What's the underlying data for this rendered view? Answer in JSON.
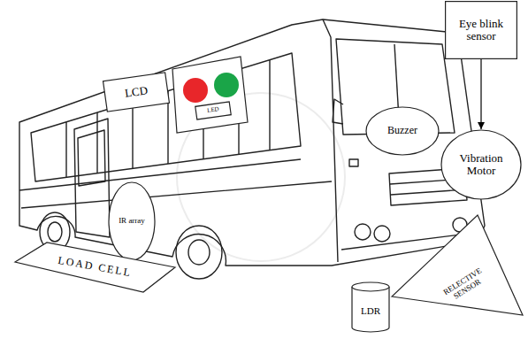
{
  "diagram": {
    "nodes": [
      {
        "text": [
          "LCD"
        ]
      },
      {
        "text": [
          "LED"
        ]
      },
      {
        "text": [
          "Eye blink sensor"
        ]
      },
      {
        "text": [
          "Buzzer"
        ]
      },
      {
        "text": [
          "Vibration Motor"
        ]
      },
      {
        "text": [
          "IR array"
        ]
      },
      {
        "text": [
          "LOAD CELL"
        ]
      },
      {
        "text": [
          "LDR"
        ]
      },
      {
        "text": [
          "RELECTIVE SENSOR"
        ]
      }
    ],
    "edges": [
      {
        "from": 2,
        "to": 4,
        "arrow": "to"
      }
    ]
  }
}
